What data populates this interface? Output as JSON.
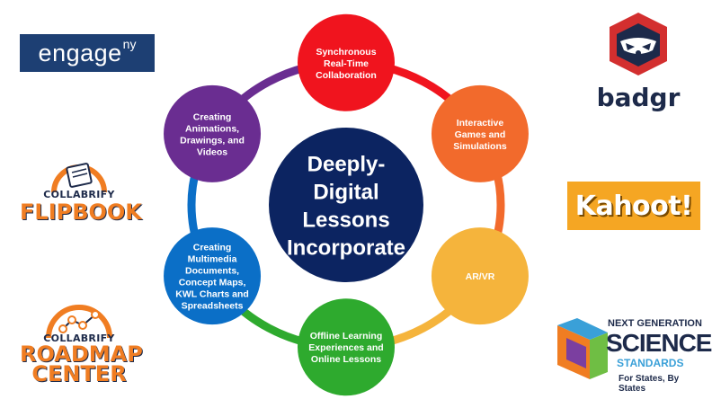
{
  "center": {
    "lines": [
      "Deeply-",
      "Digital",
      "Lessons",
      "Incorporate"
    ],
    "color": "#0c2461"
  },
  "nodes": [
    {
      "lines": [
        "Synchronous",
        "Real-Time",
        "Collaboration"
      ],
      "color": "#f0141e"
    },
    {
      "lines": [
        "Interactive",
        "Games and",
        "Simulations"
      ],
      "color": "#f26a2c"
    },
    {
      "lines": [
        "AR/VR"
      ],
      "color": "#f5b43c"
    },
    {
      "lines": [
        "Offline Learning",
        "Experiences and",
        "Online Lessons"
      ],
      "color": "#2eaa2e"
    },
    {
      "lines": [
        "Creating",
        "Multimedia",
        "Documents,",
        "Concept Maps,",
        "KWL Charts and",
        "Spreadsheets"
      ],
      "color": "#0b6fc7"
    },
    {
      "lines": [
        "Creating",
        "Animations,",
        "Drawings, and",
        "Videos"
      ],
      "color": "#6a2d91"
    }
  ],
  "logos": {
    "engageny": {
      "main": "engage",
      "sup": "ny"
    },
    "badgr": "badgr",
    "kahoot": "Kahoot!",
    "flipbook": {
      "top": "COLLABRIFY",
      "bottom": "FLIPBOOK"
    },
    "roadmap": {
      "top": "COLLABRIFY",
      "mid": "ROADMAP",
      "bottom": "CENTER"
    },
    "ngss": {
      "line1": "NEXT GENERATION",
      "line2": "SCIENCE",
      "line3": "STANDARDS",
      "line4": "For States, By States"
    }
  }
}
